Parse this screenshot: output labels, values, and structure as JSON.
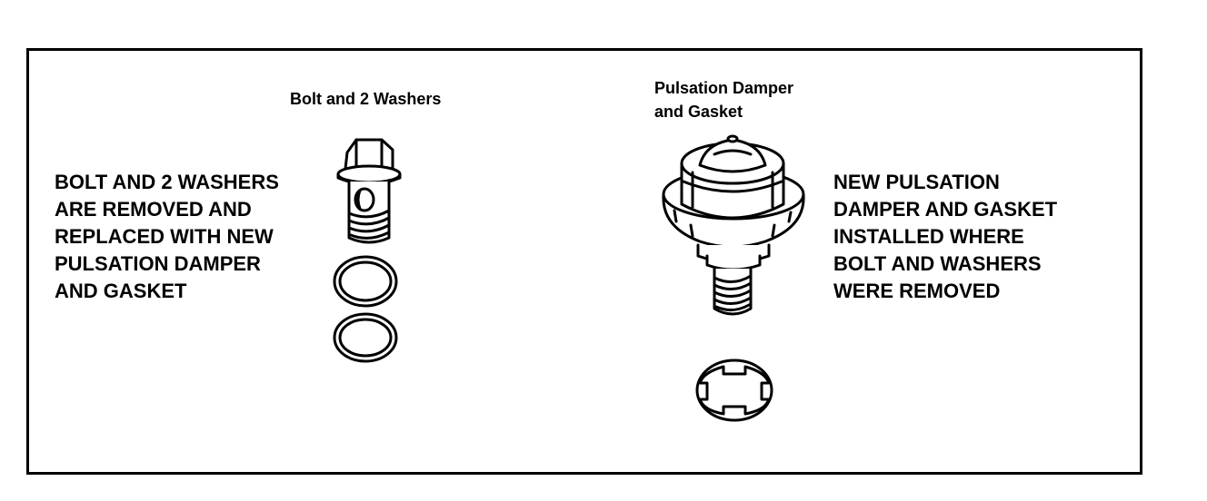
{
  "left_caption": "BOLT AND 2 WASHERS\nARE REMOVED AND\nREPLACED WITH NEW\nPULSATION DAMPER\nAND GASKET",
  "right_caption": "NEW PULSATION\nDAMPER AND GASKET\nINSTALLED WHERE\nBOLT AND WASHERS\nWERE REMOVED",
  "bolt_label": "Bolt and 2 Washers",
  "damper_label": "Pulsation Damper\nand Gasket"
}
